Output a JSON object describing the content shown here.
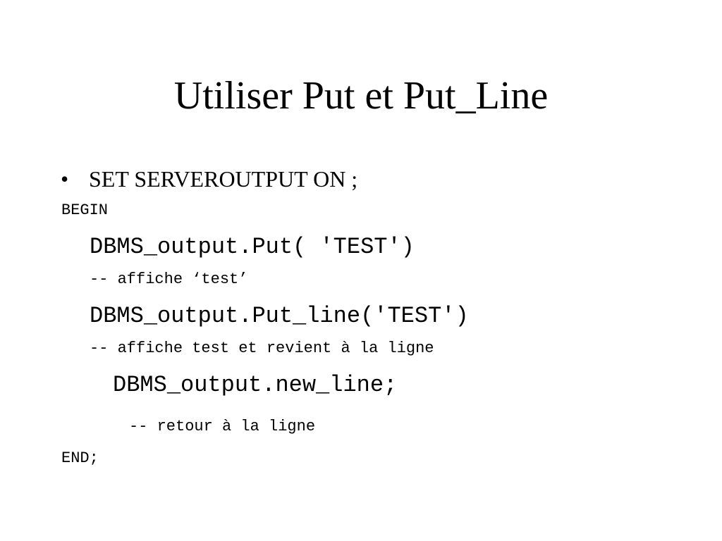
{
  "slide": {
    "title": "Utiliser Put et Put_Line",
    "bullet": {
      "symbol": "•",
      "text": "SET SERVEROUTPUT ON ;"
    },
    "code": {
      "begin": "BEGIN",
      "put_call": "DBMS_output.Put( 'TEST')",
      "put_comment": "-- affiche ‘test’",
      "put_line_call": "DBMS_output.Put_line('TEST')",
      "put_line_comment": "-- affiche test et revient à la ligne",
      "new_line_call": "DBMS_output.new_line;",
      "new_line_comment": "-- retour à la ligne",
      "end": "END;"
    }
  }
}
